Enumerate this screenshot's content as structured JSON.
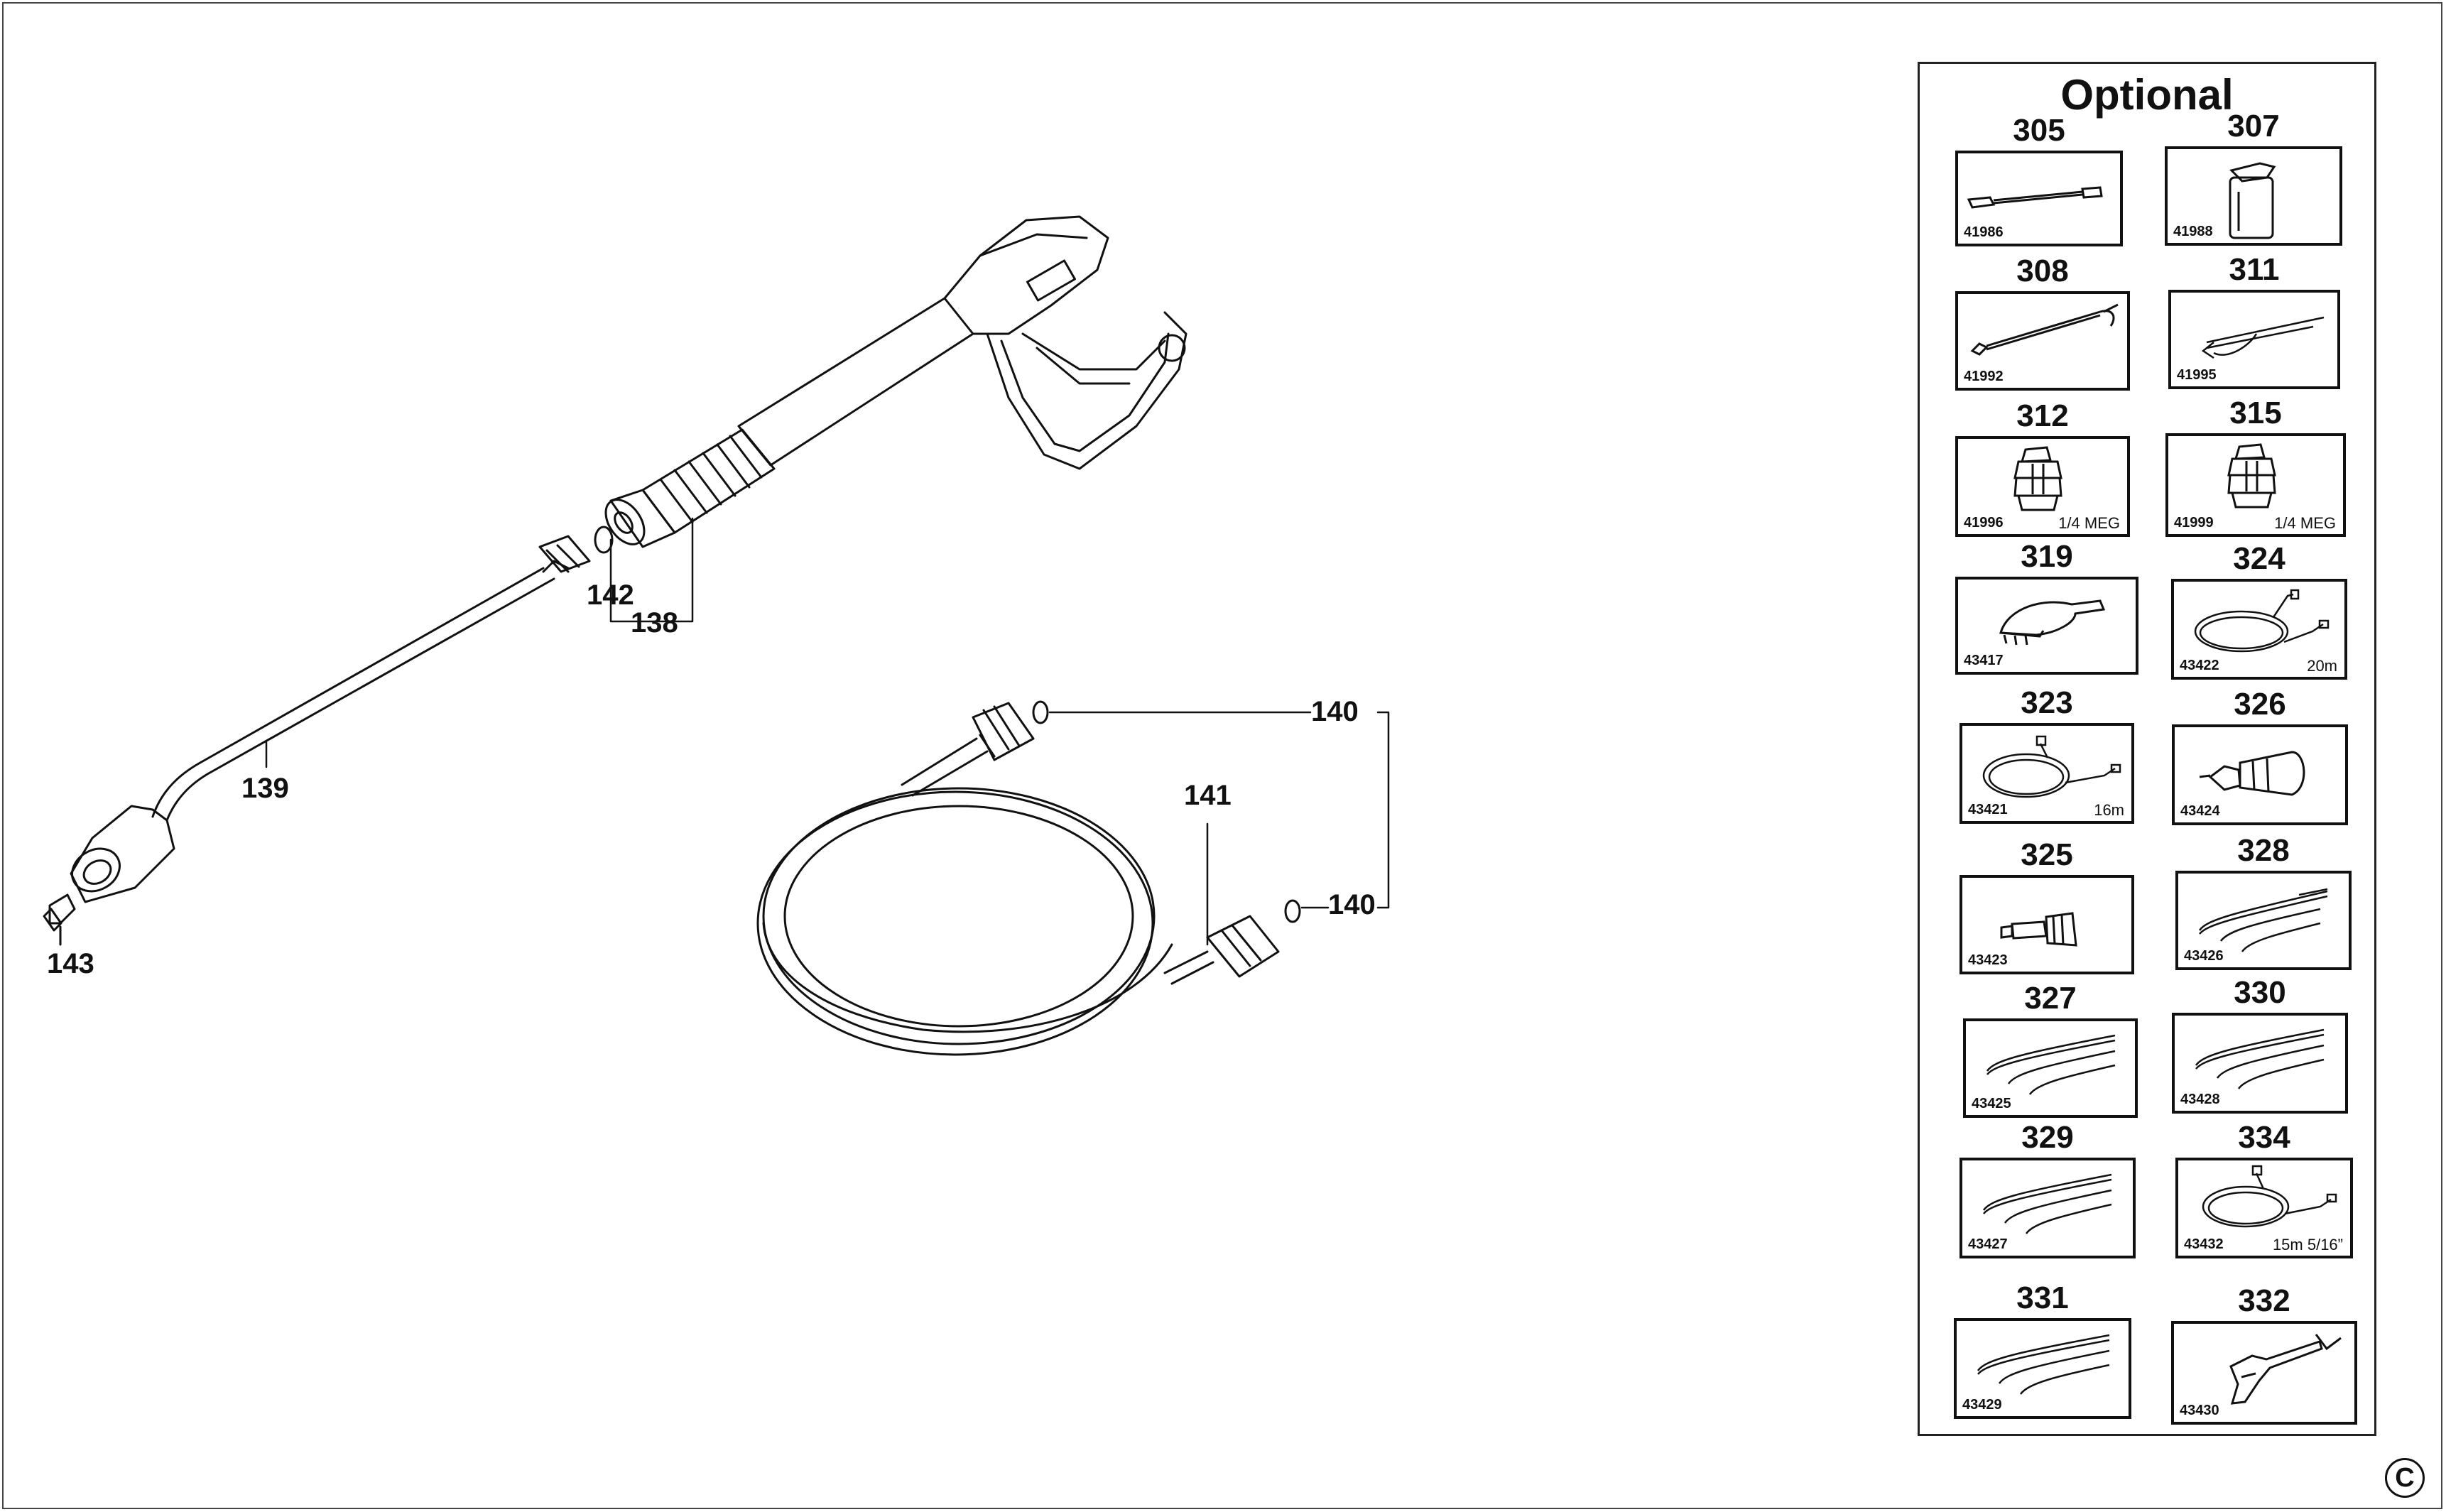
{
  "callouts": {
    "c138": "138",
    "c139": "139",
    "c140a": "140",
    "c140b": "140",
    "c141": "141",
    "c142": "142",
    "c143": "143"
  },
  "optional": {
    "title": "Optional",
    "items": [
      {
        "num": "305",
        "code": "41986",
        "note": "",
        "icon": "spray-lance-icon"
      },
      {
        "num": "307",
        "code": "41988",
        "note": "",
        "icon": "detergent-bottle-icon"
      },
      {
        "num": "308",
        "code": "41992",
        "note": "",
        "icon": "curved-lance-icon"
      },
      {
        "num": "311",
        "code": "41995",
        "note": "",
        "icon": "drain-cleaning-kit-icon"
      },
      {
        "num": "312",
        "code": "41996",
        "note": "1/4 MEG",
        "icon": "nozzle-icon"
      },
      {
        "num": "315",
        "code": "41999",
        "note": "1/4 MEG",
        "icon": "nozzle-icon"
      },
      {
        "num": "319",
        "code": "43417",
        "note": "",
        "icon": "rotary-brush-icon"
      },
      {
        "num": "324",
        "code": "43422",
        "note": "20m",
        "icon": "hose-coil-icon"
      },
      {
        "num": "323",
        "code": "43421",
        "note": "16m",
        "icon": "hose-coil-icon"
      },
      {
        "num": "326",
        "code": "43424",
        "note": "",
        "icon": "turbo-nozzle-icon"
      },
      {
        "num": "325",
        "code": "43423",
        "note": "",
        "icon": "adapter-icon"
      },
      {
        "num": "328",
        "code": "43426",
        "note": "",
        "icon": "lance-set-icon"
      },
      {
        "num": "327",
        "code": "43425",
        "note": "",
        "icon": "lance-set-icon"
      },
      {
        "num": "330",
        "code": "43428",
        "note": "",
        "icon": "lance-set-icon"
      },
      {
        "num": "329",
        "code": "43427",
        "note": "",
        "icon": "lance-set-icon"
      },
      {
        "num": "334",
        "code": "43432",
        "note": "15m 5/16”",
        "icon": "hose-coil-icon"
      },
      {
        "num": "331",
        "code": "43429",
        "note": "",
        "icon": "lance-set-icon"
      },
      {
        "num": "332",
        "code": "43430",
        "note": "",
        "icon": "trigger-gun-icon"
      }
    ]
  },
  "copyright_symbol": "C"
}
